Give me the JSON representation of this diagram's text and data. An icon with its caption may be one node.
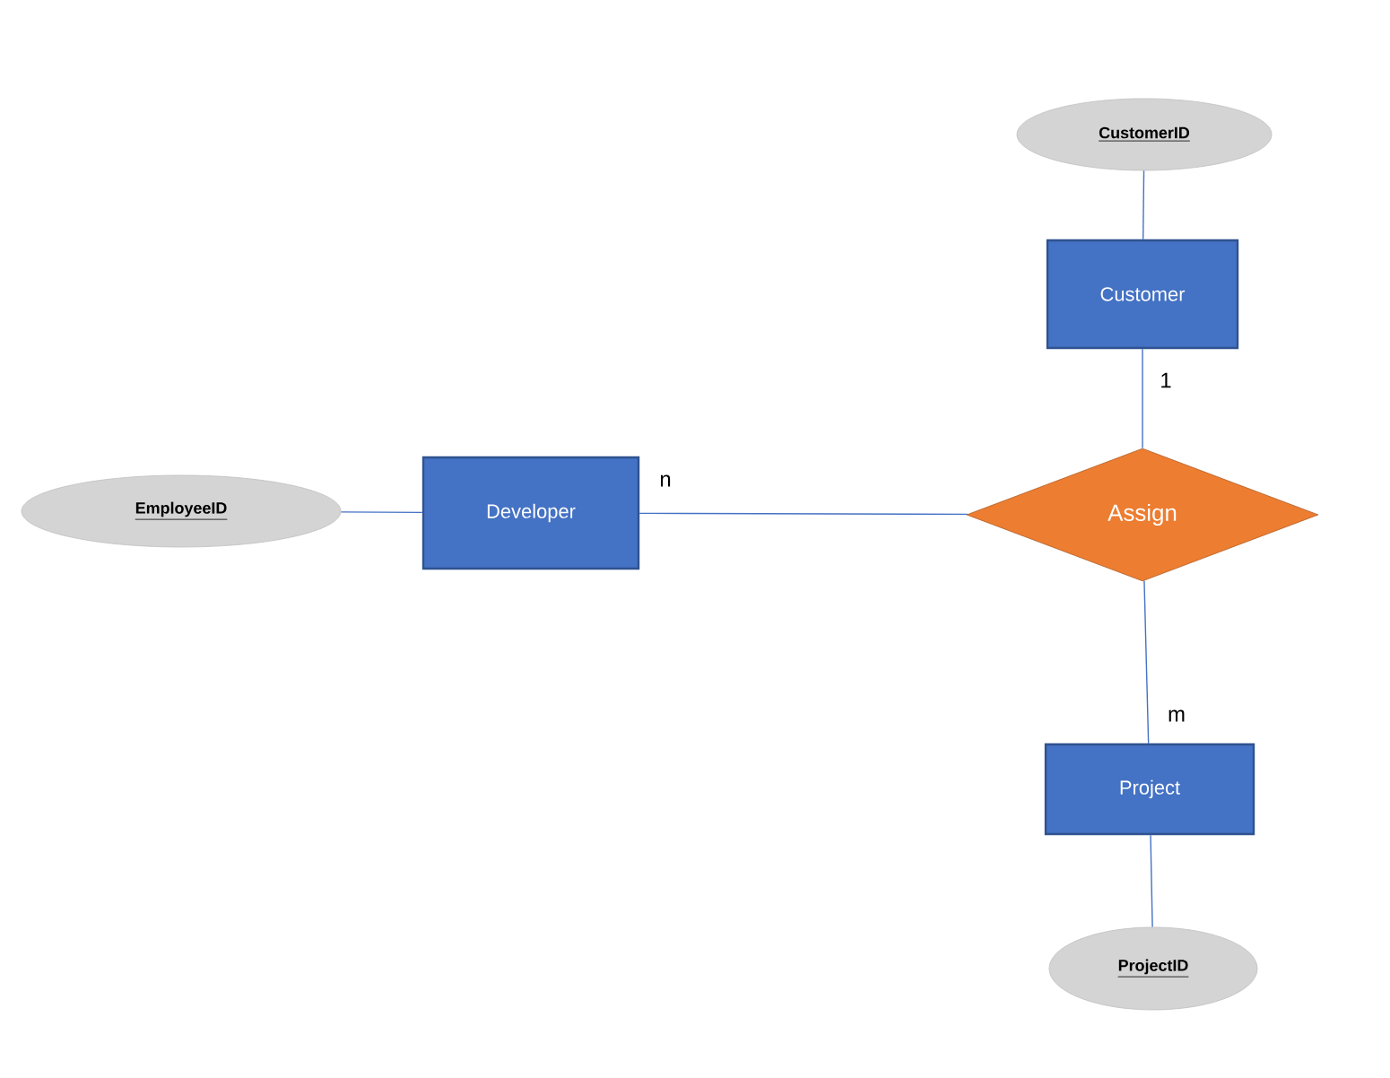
{
  "diagram": {
    "nodes": [
      {
        "text": [
          "CustomerID"
        ]
      },
      {
        "text": [
          "Customer"
        ]
      },
      {
        "text": [
          "EmployeeID"
        ]
      },
      {
        "text": [
          "Developer"
        ]
      },
      {
        "text": [
          "Assign"
        ]
      },
      {
        "text": [
          "Project"
        ]
      },
      {
        "text": [
          "ProjectID"
        ]
      }
    ],
    "edges": [
      {
        "from": 0,
        "to": 1,
        "arrow": "none"
      },
      {
        "from": 1,
        "to": 4,
        "arrow": "none",
        "label": "1"
      },
      {
        "from": 2,
        "to": 3,
        "arrow": "none"
      },
      {
        "from": 3,
        "to": 4,
        "arrow": "none",
        "label": "n"
      },
      {
        "from": 4,
        "to": 5,
        "arrow": "none",
        "label": "m"
      },
      {
        "from": 5,
        "to": 6,
        "arrow": "none"
      }
    ]
  }
}
